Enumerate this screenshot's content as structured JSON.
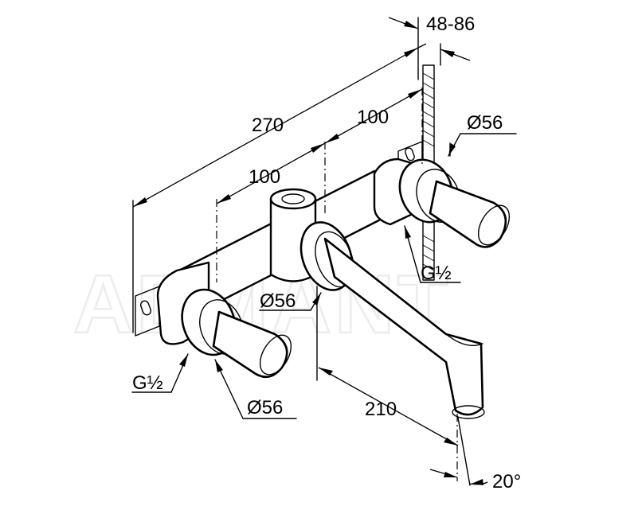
{
  "watermark": "ADMANT",
  "dimensions": {
    "overall_width": "270",
    "spacing_right": "100",
    "spacing_left": "100",
    "wall_depth": "48-86",
    "spout_reach": "210",
    "spout_angle": "20°"
  },
  "diameters": {
    "right_rosette": "Ø56",
    "center_rosette": "Ø56",
    "left_rosette": "Ø56"
  },
  "threads": {
    "right_connection": "G½",
    "left_connection": "G½"
  }
}
